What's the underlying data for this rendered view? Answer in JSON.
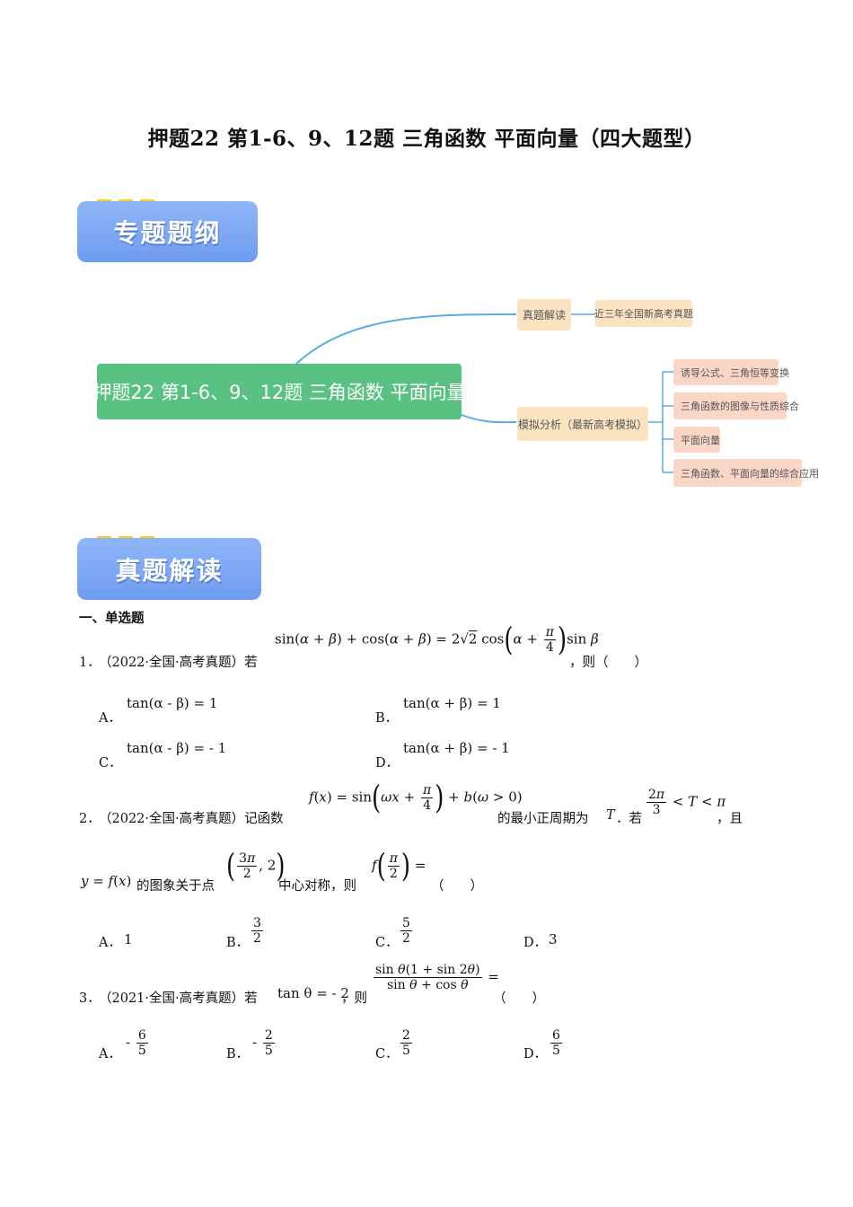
{
  "title": "押题22 第1-6、9、12题  三角函数  平面向量（四大题型）",
  "badges": {
    "outline": "专题题纲",
    "reading": "真题解读"
  },
  "mindmap": {
    "root": "押题22 第1-6、9、12题 三角函数 平面向量",
    "branch1": "真题解读",
    "branch1_leaf": "近三年全国新高考真题",
    "branch2": "模拟分析（最新高考模拟）",
    "branch2_leaves": [
      "诱导公式、三角恒等变换",
      "三角函数的图像与性质综合",
      "平面向量",
      "三角函数、平面向量的综合应用"
    ],
    "line_color": "#5aaedc"
  },
  "section": "一、单选题",
  "q1": {
    "num": "1．",
    "src": "（2022·全国·高考真题）若",
    "suffix": "，则（　　）",
    "formula": "sin(α + β) + cos(α + β) = 2√2 cos(α + π/4) sin β",
    "opts": {
      "a_label": "A．",
      "a": "tan(α - β) = 1",
      "b_label": "B．",
      "b": "tan(α + β) = 1",
      "c_label": "C．",
      "c": "tan(α - β) = - 1",
      "d_label": "D．",
      "d": "tan(α + β) = - 1"
    }
  },
  "q2": {
    "num": "2．",
    "src": "（2022·全国·高考真题）记函数",
    "mid": "的最小正周期为",
    "T": "T",
    "ruo": "．若",
    "qie": "，且",
    "line2_mid": "的图象关于点",
    "line2_end": "中心对称，则",
    "paren": "（　　）",
    "opts": {
      "a_label": "A．",
      "a": "1",
      "b_label": "B．",
      "c_label": "C．",
      "d_label": "D．",
      "d": "3"
    }
  },
  "q3": {
    "num": "3．",
    "src": "（2021·全国·高考真题）若",
    "cond": "tan θ = - 2",
    "ze": "，则",
    "paren": "（　　）",
    "opts": {
      "a_label": "A．",
      "b_label": "B．",
      "c_label": "C．",
      "d_label": "D．"
    }
  },
  "colors": {
    "badge": "#7aa6f3",
    "dots": "#f5cf1a",
    "root": "#59c181",
    "node": "#fbe3c2",
    "leaf": "#fad6c7"
  }
}
